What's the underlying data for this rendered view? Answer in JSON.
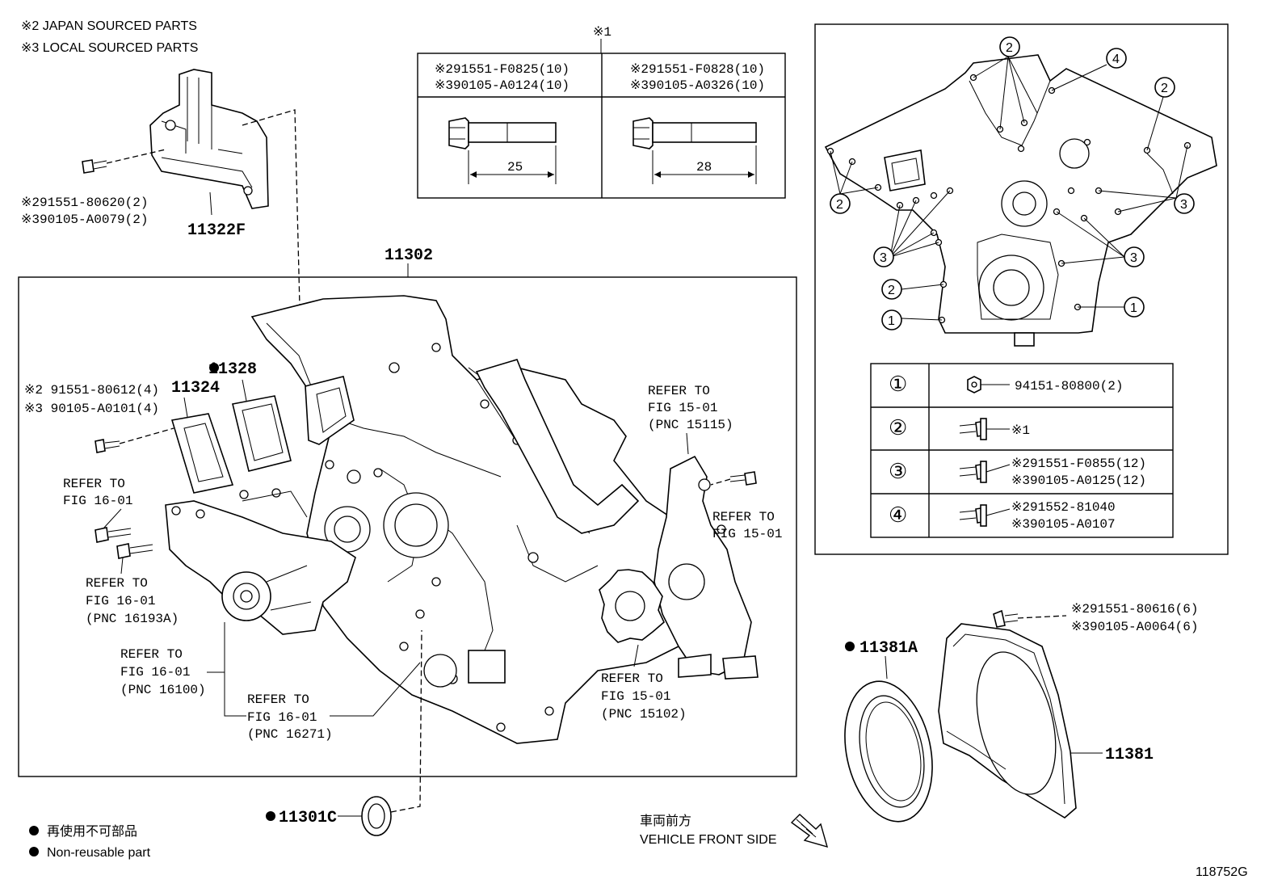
{
  "legend": {
    "japan": "※2 JAPAN SOURCED PARTS",
    "local": "※3 LOCAL SOURCED PARTS",
    "nonreusable_jp": "再使用不可部品",
    "nonreusable_en": "Non-reusable part"
  },
  "bolt_table": {
    "ref": "※1",
    "left": {
      "p2": "※291551-F0825(10)",
      "p3": "※390105-A0124(10)",
      "len": "25"
    },
    "right": {
      "p2": "※291551-F0828(10)",
      "p3": "※390105-A0326(10)",
      "len": "28"
    }
  },
  "parts": {
    "p11322f": {
      "label": "11322F",
      "b2": "※291551-80620(2)",
      "b3": "※390105-A0079(2)"
    },
    "p11302": "11302",
    "p11328": "11328",
    "p11324": {
      "label": "11324",
      "b2": "※2 91551-80612(4)",
      "b3": "※3 90105-A0101(4)"
    },
    "p11301c": "11301C",
    "p11381a": "11381A",
    "p11381": {
      "label": "11381",
      "b2": "※291551-80616(6)",
      "b3": "※390105-A0064(6)"
    }
  },
  "refs": {
    "r1": {
      "a": "REFER TO",
      "b": "FIG 15-01",
      "c": "(PNC 15115)"
    },
    "r2": {
      "a": "REFER TO",
      "b": "FIG 15-01"
    },
    "r3": {
      "a": "REFER TO",
      "b": "FIG 16-01"
    },
    "r4": {
      "a": "REFER TO",
      "b": "FIG 16-01",
      "c": "(PNC 16193A)"
    },
    "r5": {
      "a": "REFER TO",
      "b": "FIG 16-01",
      "c": "(PNC 16100)"
    },
    "r6": {
      "a": "REFER TO",
      "b": "FIG 16-01",
      "c": "(PNC 16271)"
    },
    "r7": {
      "a": "REFER TO",
      "b": "FIG 15-01",
      "c": "(PNC 15102)"
    }
  },
  "keytable": {
    "row1": {
      "num": "①",
      "p": "94151-80800(2)"
    },
    "row2": {
      "num": "②",
      "p": "※1"
    },
    "row3": {
      "num": "③",
      "p2": "※291551-F0855(12)",
      "p3": "※390105-A0125(12)"
    },
    "row4": {
      "num": "④",
      "p2": "※291552-81040",
      "p3": "※390105-A0107"
    }
  },
  "callouts": {
    "c1": "1",
    "c2": "2",
    "c3": "3",
    "c4": "4"
  },
  "front": {
    "jp": "車両前方",
    "en": "VEHICLE FRONT SIDE"
  },
  "figure_id": "118752G"
}
